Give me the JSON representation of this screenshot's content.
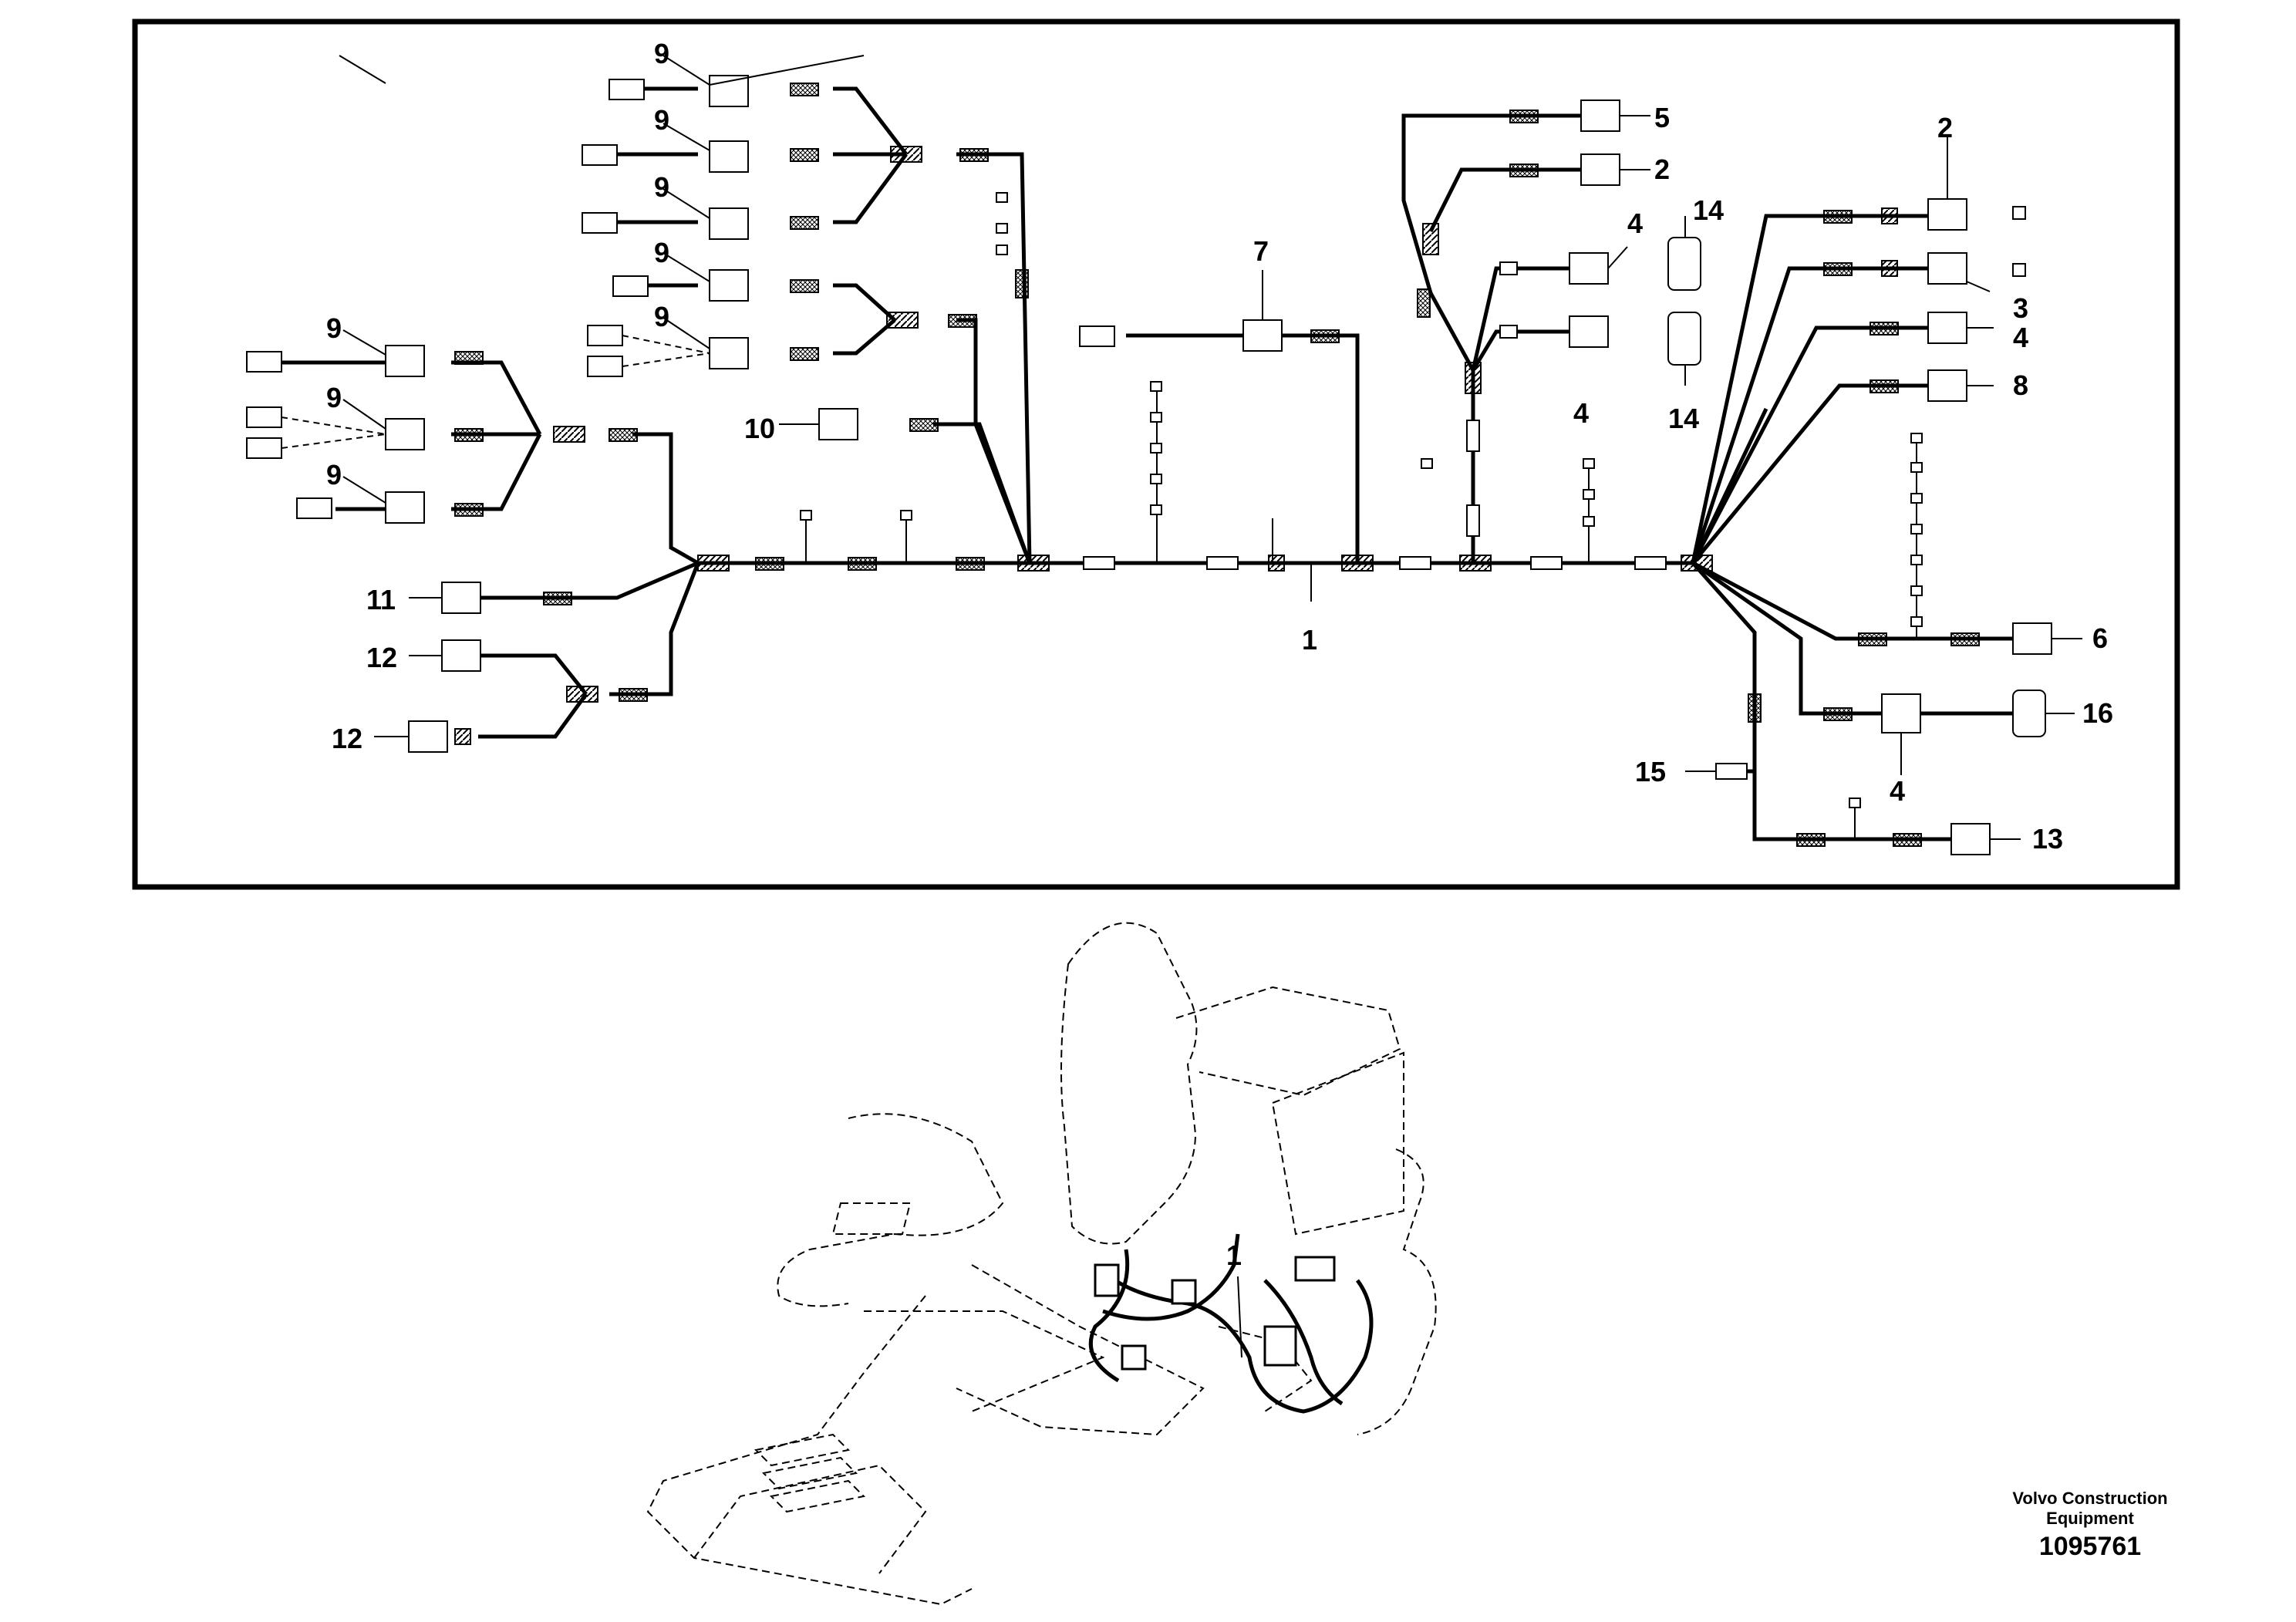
{
  "callouts": {
    "c1": "1",
    "c1b": "1",
    "c2a": "2",
    "c2b": "2",
    "c3": "3",
    "c4a": "4",
    "c4b": "4",
    "c4c": "4",
    "c4d": "4",
    "c5": "5",
    "c6": "6",
    "c7": "7",
    "c8": "8",
    "c9a": "9",
    "c9b": "9",
    "c9c": "9",
    "c9d": "9",
    "c9e": "9",
    "c9f": "9",
    "c9g": "9",
    "c9h": "9",
    "c10": "10",
    "c11": "11",
    "c12a": "12",
    "c12b": "12",
    "c13": "13",
    "c14a": "14",
    "c14b": "14",
    "c15": "15",
    "c16": "16"
  },
  "credit": {
    "company": "Volvo Construction Equipment",
    "number": "1095761"
  }
}
